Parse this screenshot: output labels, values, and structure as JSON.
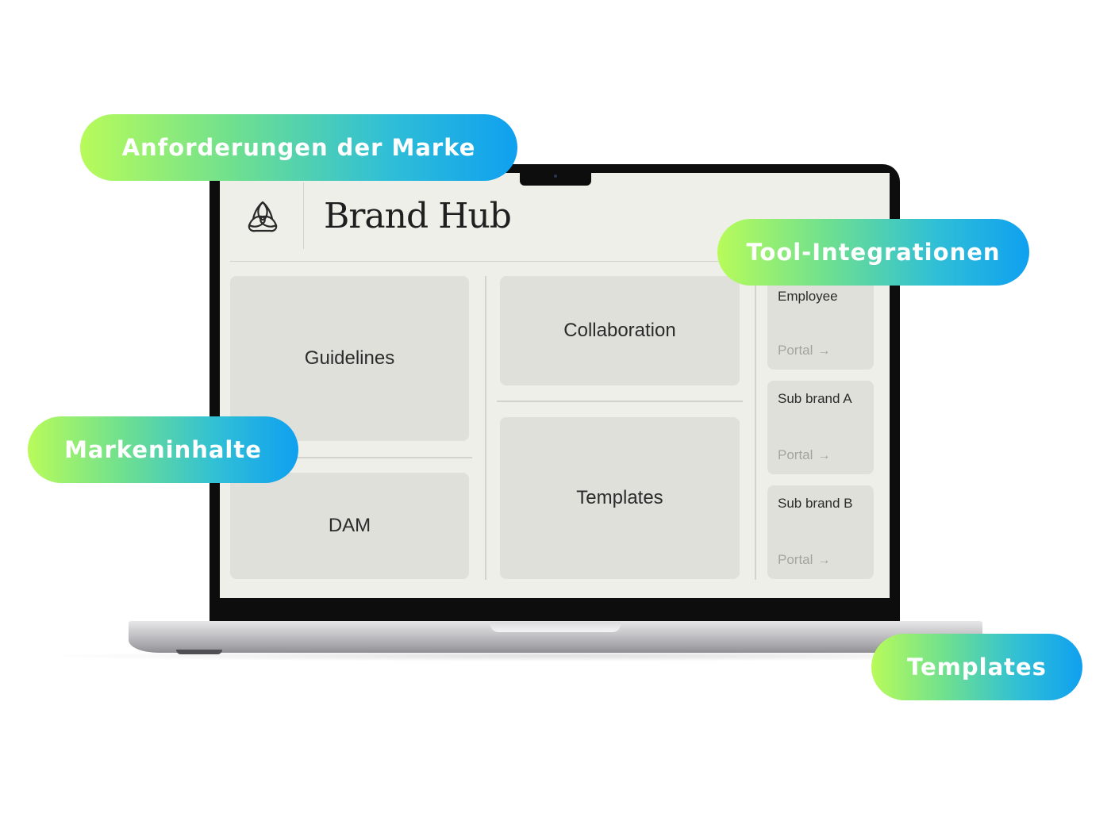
{
  "pills": {
    "brand_requirements": "Anforderungen der Marke",
    "tool_integrations": "Tool-Integrationen",
    "brand_content": "Markeninhalte",
    "templates": "Templates"
  },
  "app": {
    "title": "Brand Hub",
    "logo_icon": "triquetra-knot-icon"
  },
  "tiles": {
    "guidelines": "Guidelines",
    "dam": "DAM",
    "collaboration": "Collaboration",
    "templates": "Templates"
  },
  "portals": [
    {
      "name": "Employee",
      "link_label": "Portal",
      "arrow": "→"
    },
    {
      "name": "Sub brand A",
      "link_label": "Portal",
      "arrow": "→"
    },
    {
      "name": "Sub brand B",
      "link_label": "Portal",
      "arrow": "→"
    }
  ],
  "colors": {
    "pill_gradient_start": "#b8fb5a",
    "pill_gradient_end": "#0fa0f0",
    "screen_background": "#efefea",
    "tile_background": "#e0e0da"
  }
}
